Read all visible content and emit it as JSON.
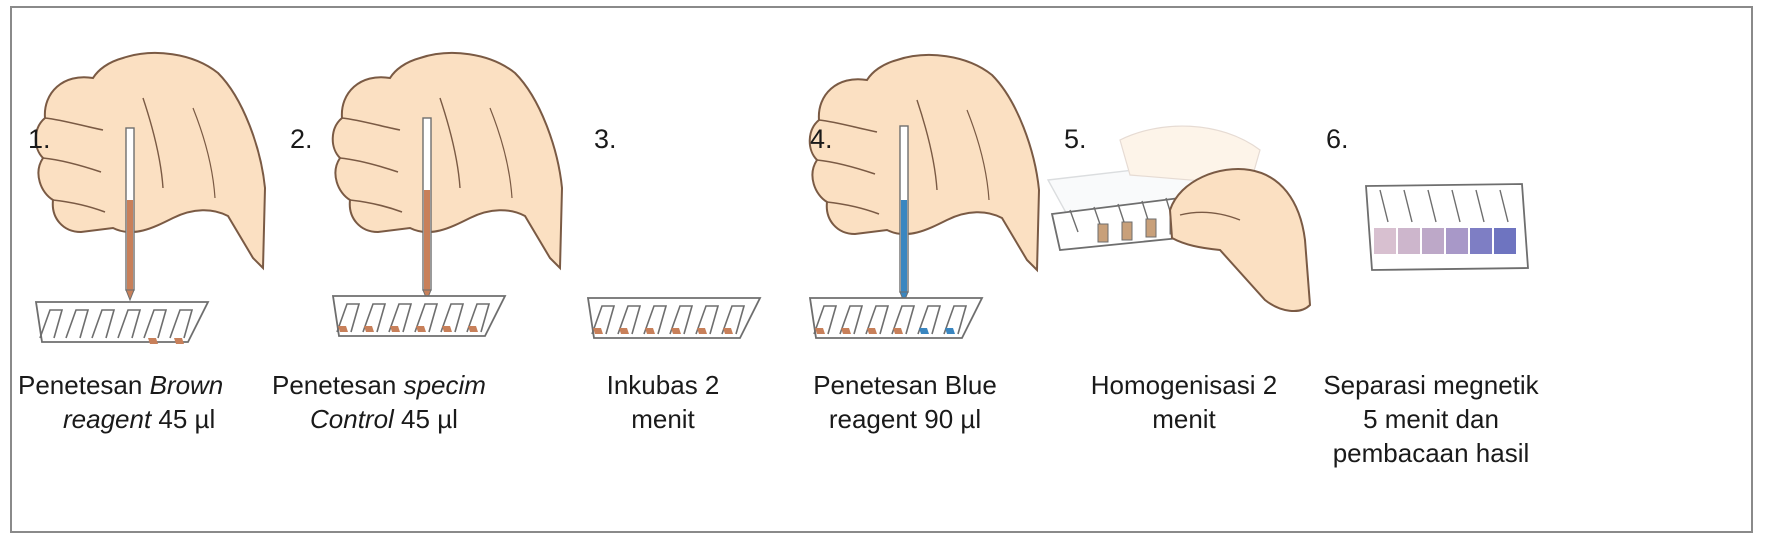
{
  "colors": {
    "skin": "#fbe0c2",
    "skin_outline": "#7a5a44",
    "brown_reagent": "#c8805a",
    "blue_reagent": "#3a86c0",
    "cuvette_outline": "#6e6e6e",
    "frame_border": "#8a8a8a"
  },
  "steps": [
    {
      "number": "1.",
      "caption": {
        "line1_plain": "Penetesan ",
        "line1_italic": "Brown",
        "line2_italic": "reagent",
        "line2_plain": " 45 µl"
      }
    },
    {
      "number": "2.",
      "caption": {
        "line1_plain": "Penetesan ",
        "line1_italic": "specim",
        "line2_italic": "Control",
        "line2_plain": " 45 µl"
      }
    },
    {
      "number": "3.",
      "caption": {
        "line1": "Inkubas 2",
        "line2": "menit"
      }
    },
    {
      "number": "4.",
      "caption": {
        "line1": "Penetesan Blue",
        "line2": "reagent 90 µl"
      }
    },
    {
      "number": "5.",
      "caption": {
        "line1": "Homogenisasi 2",
        "line2": "menit"
      }
    },
    {
      "number": "6.",
      "caption": {
        "line1": "Separasi megnetik",
        "line2": "5 menit dan",
        "line3": "pembacaan hasil"
      }
    }
  ]
}
